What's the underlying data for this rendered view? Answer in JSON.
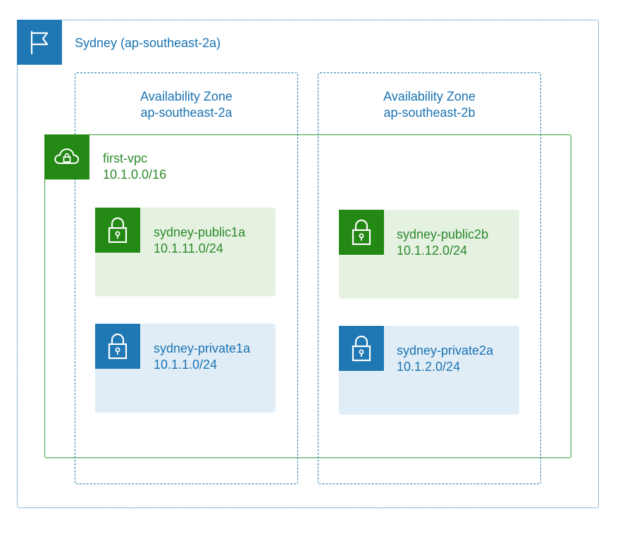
{
  "region": {
    "label": "Sydney (ap-southeast-2a)",
    "icon": "flag-icon",
    "color": "#1f78b4"
  },
  "availability_zones": [
    {
      "title": "Availability Zone",
      "name": "ap-southeast-2a"
    },
    {
      "title": "Availability Zone",
      "name": "ap-southeast-2b"
    }
  ],
  "vpc": {
    "name": "first-vpc",
    "cidr": "10.1.0.0/16",
    "icon": "cloud-lock-icon",
    "color": "#248814"
  },
  "subnets": [
    {
      "name": "sydney-public1a",
      "cidr": "10.1.11.0/24",
      "type": "public",
      "icon": "padlock-icon"
    },
    {
      "name": "sydney-public2b",
      "cidr": "10.1.12.0/24",
      "type": "public",
      "icon": "padlock-icon"
    },
    {
      "name": "sydney-private1a",
      "cidr": "10.1.1.0/24",
      "type": "private",
      "icon": "padlock-icon"
    },
    {
      "name": "sydney-private2a",
      "cidr": "10.1.2.0/24",
      "type": "private",
      "icon": "padlock-icon"
    }
  ],
  "colors": {
    "public_fill": "#e5f1e1",
    "private_fill": "#e1edf6",
    "public_text": "#2c8a2c",
    "private_text": "#1a73b3"
  }
}
